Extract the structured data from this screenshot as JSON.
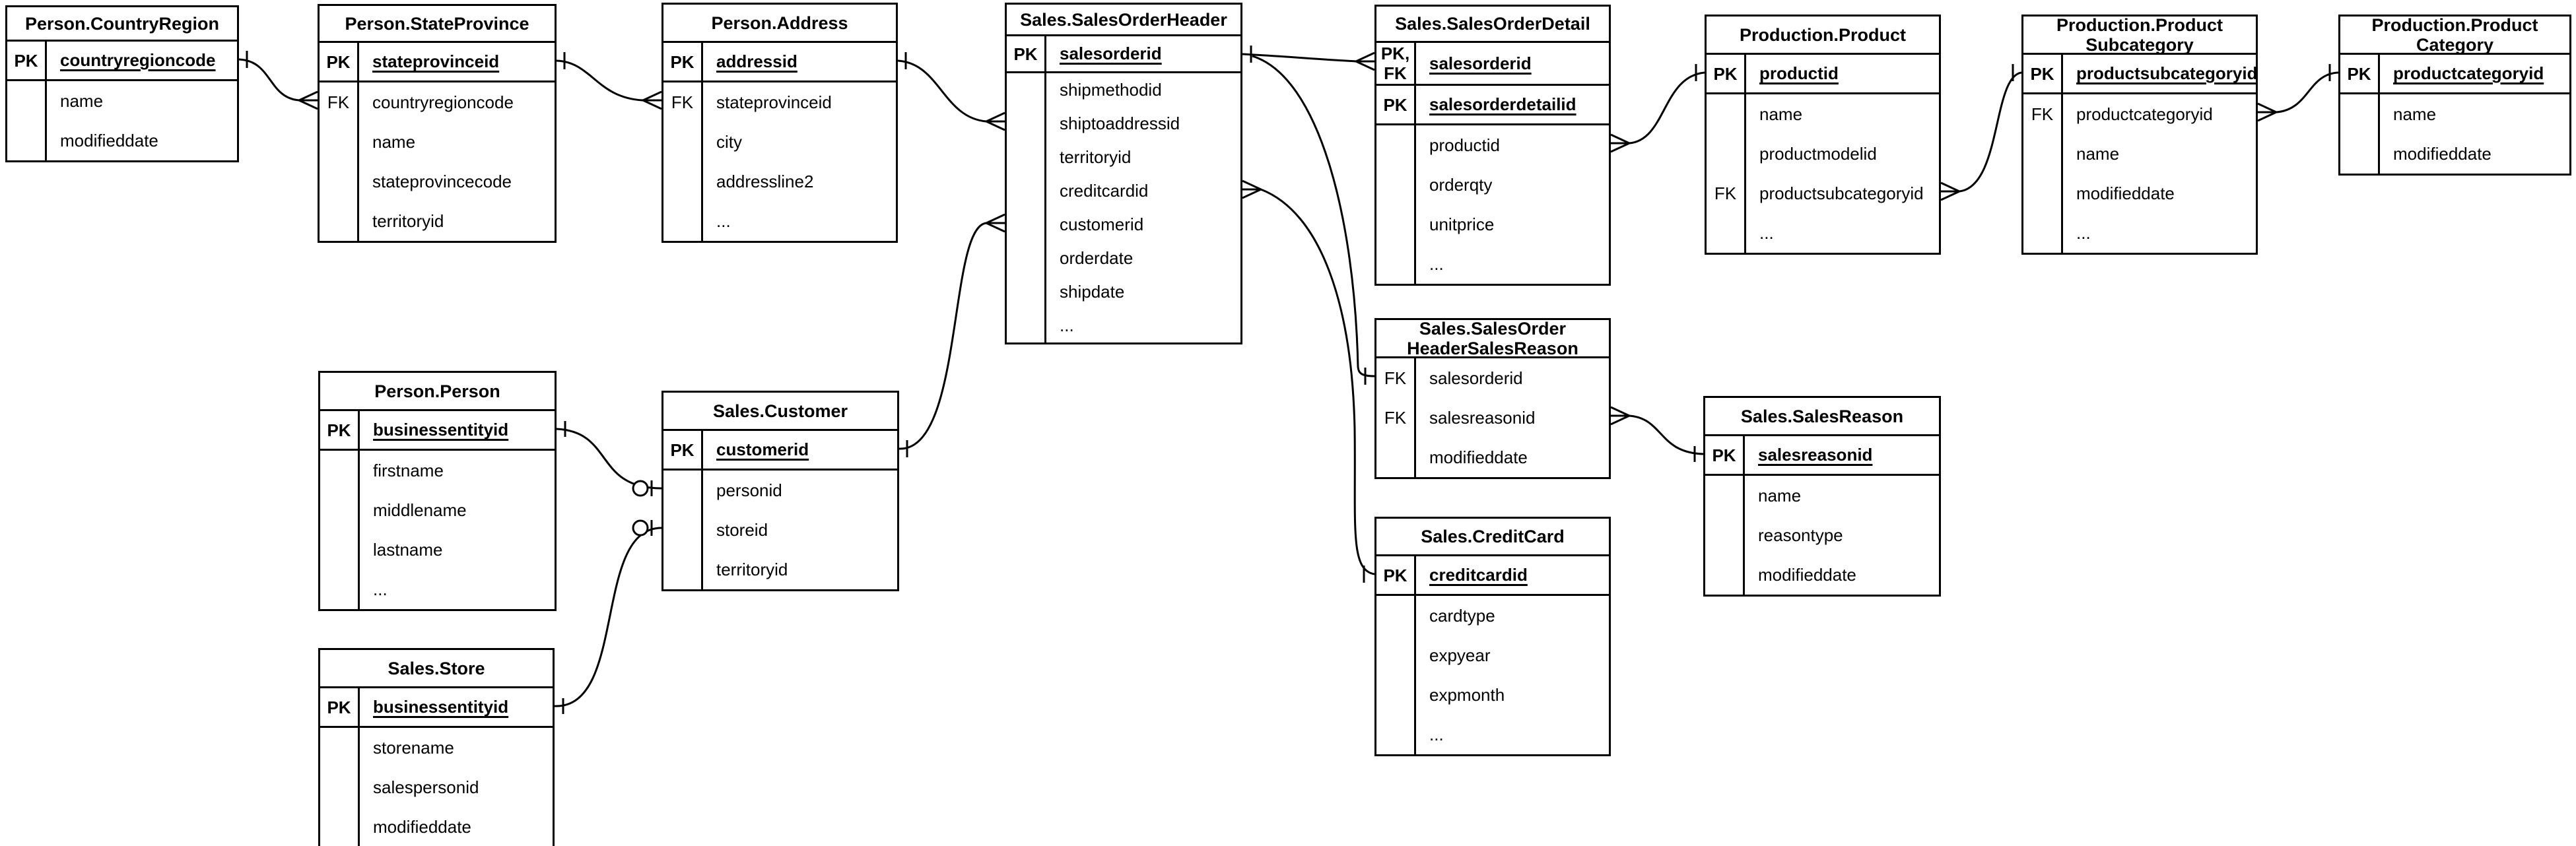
{
  "canvas": {
    "background": "#ffffff",
    "line_color": "#000000"
  },
  "diagram": {
    "tables": [
      {
        "title": "Person.CountryRegion",
        "rows": [
          {
            "key": "PK",
            "field": "countryregioncode"
          },
          {
            "key": "",
            "field": "name"
          },
          {
            "key": "",
            "field": "modifieddate"
          }
        ]
      },
      {
        "title": "Person.StateProvince",
        "rows": [
          {
            "key": "PK",
            "field": "stateprovinceid"
          },
          {
            "key": "FK",
            "field": "countryregioncode"
          },
          {
            "key": "",
            "field": "name"
          },
          {
            "key": "",
            "field": "stateprovincecode"
          },
          {
            "key": "",
            "field": "territoryid"
          }
        ]
      },
      {
        "title": "Person.Address",
        "rows": [
          {
            "key": "PK",
            "field": "addressid"
          },
          {
            "key": "FK",
            "field": "stateprovinceid"
          },
          {
            "key": "",
            "field": "city"
          },
          {
            "key": "",
            "field": "addressline2"
          },
          {
            "key": "",
            "field": "..."
          }
        ]
      },
      {
        "title": "Sales.SalesOrderHeader",
        "rows": [
          {
            "key": "PK",
            "field": "salesorderid"
          },
          {
            "key": "",
            "field": "shipmethodid"
          },
          {
            "key": "",
            "field": "shiptoaddressid"
          },
          {
            "key": "",
            "field": "territoryid"
          },
          {
            "key": "",
            "field": "creditcardid"
          },
          {
            "key": "",
            "field": "customerid"
          },
          {
            "key": "",
            "field": "orderdate"
          },
          {
            "key": "",
            "field": "shipdate"
          },
          {
            "key": "",
            "field": "..."
          }
        ]
      },
      {
        "title": "Sales.SalesOrderDetail",
        "rows": [
          {
            "key": "PK,",
            "key2": "FK",
            "field": "salesorderid"
          },
          {
            "key": "PK",
            "field": "salesorderdetailid"
          },
          {
            "key": "",
            "field": "productid"
          },
          {
            "key": "",
            "field": "orderqty"
          },
          {
            "key": "",
            "field": "unitprice"
          },
          {
            "key": "",
            "field": "..."
          }
        ]
      },
      {
        "title": "Production.Product",
        "rows": [
          {
            "key": "PK",
            "field": "productid"
          },
          {
            "key": "",
            "field": "name"
          },
          {
            "key": "",
            "field": "productmodelid"
          },
          {
            "key": "FK",
            "field": "productsubcategoryid"
          },
          {
            "key": "",
            "field": "..."
          }
        ]
      },
      {
        "title": "Production.Product",
        "title2": "Subcategory",
        "rows": [
          {
            "key": "PK",
            "field": "productsubcategoryid"
          },
          {
            "key": "FK",
            "field": "productcategoryid"
          },
          {
            "key": "",
            "field": "name"
          },
          {
            "key": "",
            "field": "modifieddate"
          },
          {
            "key": "",
            "field": "..."
          }
        ]
      },
      {
        "title": "Production.Product",
        "title2": "Category",
        "rows": [
          {
            "key": "PK",
            "field": "productcategoryid"
          },
          {
            "key": "",
            "field": "name"
          },
          {
            "key": "",
            "field": "modifieddate"
          }
        ]
      },
      {
        "title": "Person.Person",
        "rows": [
          {
            "key": "PK",
            "field": "businessentityid"
          },
          {
            "key": "",
            "field": "firstname"
          },
          {
            "key": "",
            "field": "middlename"
          },
          {
            "key": "",
            "field": "lastname"
          },
          {
            "key": "",
            "field": "..."
          }
        ]
      },
      {
        "title": "Sales.Customer",
        "rows": [
          {
            "key": "PK",
            "field": "customerid"
          },
          {
            "key": "",
            "field": "personid"
          },
          {
            "key": "",
            "field": "storeid"
          },
          {
            "key": "",
            "field": "territoryid"
          }
        ]
      },
      {
        "title": "Sales.Store",
        "rows": [
          {
            "key": "PK",
            "field": "businessentityid"
          },
          {
            "key": "",
            "field": "storename"
          },
          {
            "key": "",
            "field": "salespersonid"
          },
          {
            "key": "",
            "field": "modifieddate"
          }
        ]
      },
      {
        "title": "Sales.SalesOrder",
        "title2": "HeaderSalesReason",
        "rows": [
          {
            "key": "FK",
            "field": "salesorderid"
          },
          {
            "key": "FK",
            "field": "salesreasonid"
          },
          {
            "key": "",
            "field": "modifieddate"
          }
        ]
      },
      {
        "title": "Sales.SalesReason",
        "rows": [
          {
            "key": "PK",
            "field": "salesreasonid"
          },
          {
            "key": "",
            "field": "name"
          },
          {
            "key": "",
            "field": "reasontype"
          },
          {
            "key": "",
            "field": "modifieddate"
          }
        ]
      },
      {
        "title": "Sales.CreditCard",
        "rows": [
          {
            "key": "PK",
            "field": "creditcardid"
          },
          {
            "key": "",
            "field": "cardtype"
          },
          {
            "key": "",
            "field": "expyear"
          },
          {
            "key": "",
            "field": "expmonth"
          },
          {
            "key": "",
            "field": "..."
          }
        ]
      }
    ],
    "relationships": [
      {
        "from": "Person.CountryRegion.countryregioncode",
        "to": "Person.StateProvince.countryregioncode",
        "from_cardinality": "one",
        "to_cardinality": "many"
      },
      {
        "from": "Person.StateProvince.stateprovinceid",
        "to": "Person.Address.stateprovinceid",
        "from_cardinality": "one",
        "to_cardinality": "many"
      },
      {
        "from": "Person.Address.addressid",
        "to": "Sales.SalesOrderHeader.shiptoaddressid",
        "from_cardinality": "one",
        "to_cardinality": "many"
      },
      {
        "from": "Sales.Customer.customerid",
        "to": "Sales.SalesOrderHeader.customerid",
        "from_cardinality": "one",
        "to_cardinality": "many"
      },
      {
        "from": "Sales.SalesOrderHeader.salesorderid",
        "to": "Sales.SalesOrderDetail.salesorderid",
        "from_cardinality": "one",
        "to_cardinality": "many"
      },
      {
        "from": "Sales.SalesOrderHeader.salesorderid",
        "to": "Sales.SalesOrderHeaderSalesReason.salesorderid",
        "from_cardinality": "one",
        "to_cardinality": "one"
      },
      {
        "from": "Sales.SalesOrderHeader.creditcardid",
        "to": "Sales.CreditCard.creditcardid",
        "from_cardinality": "many",
        "to_cardinality": "one"
      },
      {
        "from": "Sales.SalesOrderDetail.productid",
        "to": "Production.Product.productid",
        "from_cardinality": "many",
        "to_cardinality": "one"
      },
      {
        "from": "Production.Product.productsubcategoryid",
        "to": "Production.ProductSubcategory.productsubcategoryid",
        "from_cardinality": "many",
        "to_cardinality": "one"
      },
      {
        "from": "Production.ProductSubcategory.productcategoryid",
        "to": "Production.ProductCategory.productcategoryid",
        "from_cardinality": "many",
        "to_cardinality": "one"
      },
      {
        "from": "Person.Person.businessentityid",
        "to": "Sales.Customer.personid",
        "from_cardinality": "one",
        "to_cardinality": "zero-or-one"
      },
      {
        "from": "Sales.Store.businessentityid",
        "to": "Sales.Customer.storeid",
        "from_cardinality": "one",
        "to_cardinality": "zero-or-one"
      },
      {
        "from": "Sales.SalesOrderHeaderSalesReason.salesreasonid",
        "to": "Sales.SalesReason.salesreasonid",
        "from_cardinality": "many",
        "to_cardinality": "one"
      }
    ]
  }
}
